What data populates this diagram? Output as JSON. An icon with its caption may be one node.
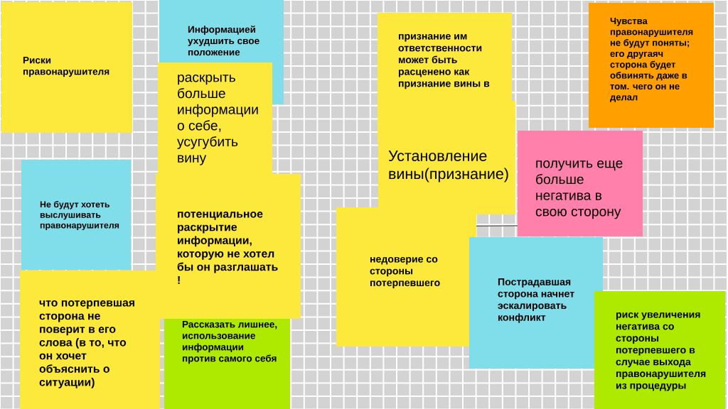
{
  "diagram": {
    "nodes": [
      {
        "text": [
          "Риски правонарушителя"
        ]
      },
      {
        "text": [
          "Информацией ухудшить свое положение"
        ]
      },
      {
        "text": [
          "раскрыть больше информации о себе, усугубить вину"
        ]
      },
      {
        "text": [
          "Не будут хотеть выслушивать правонарушителя"
        ]
      },
      {
        "text": [
          "потенциальное раскрытие информации, которую не хотел бы он разглашать !"
        ]
      },
      {
        "text": [
          "что потерпевшая сторона не поверит в его слова (в то, что он хочет объяснить о ситуации)"
        ]
      },
      {
        "text": [
          "Рассказать лишнее, использование информации против самого себя"
        ]
      },
      {
        "text": [
          "признание им ответственности может быть расценено как признание вины в"
        ]
      },
      {
        "text": [
          "Установление вины(признание)"
        ]
      },
      {
        "text": [
          "недоверие со стороны потерпевшего"
        ]
      },
      {
        "text": [
          "Чувства правонарушителя не будут поняты; его другаяч сторона будет обвинять даже в том. чего он не делал"
        ]
      },
      {
        "text": [
          "получить еще больше негатива в свою сторону"
        ]
      },
      {
        "text": [
          "Пострадавшая сторона начнет эскалировать конфликт"
        ]
      },
      {
        "text": [
          "риск увеличения негатива со стороны потерпевшего в случае выхода правонарушителя из процедуры"
        ]
      }
    ],
    "edges": [
      {
        "from": 9,
        "to": 11,
        "arrow": "none"
      }
    ]
  }
}
